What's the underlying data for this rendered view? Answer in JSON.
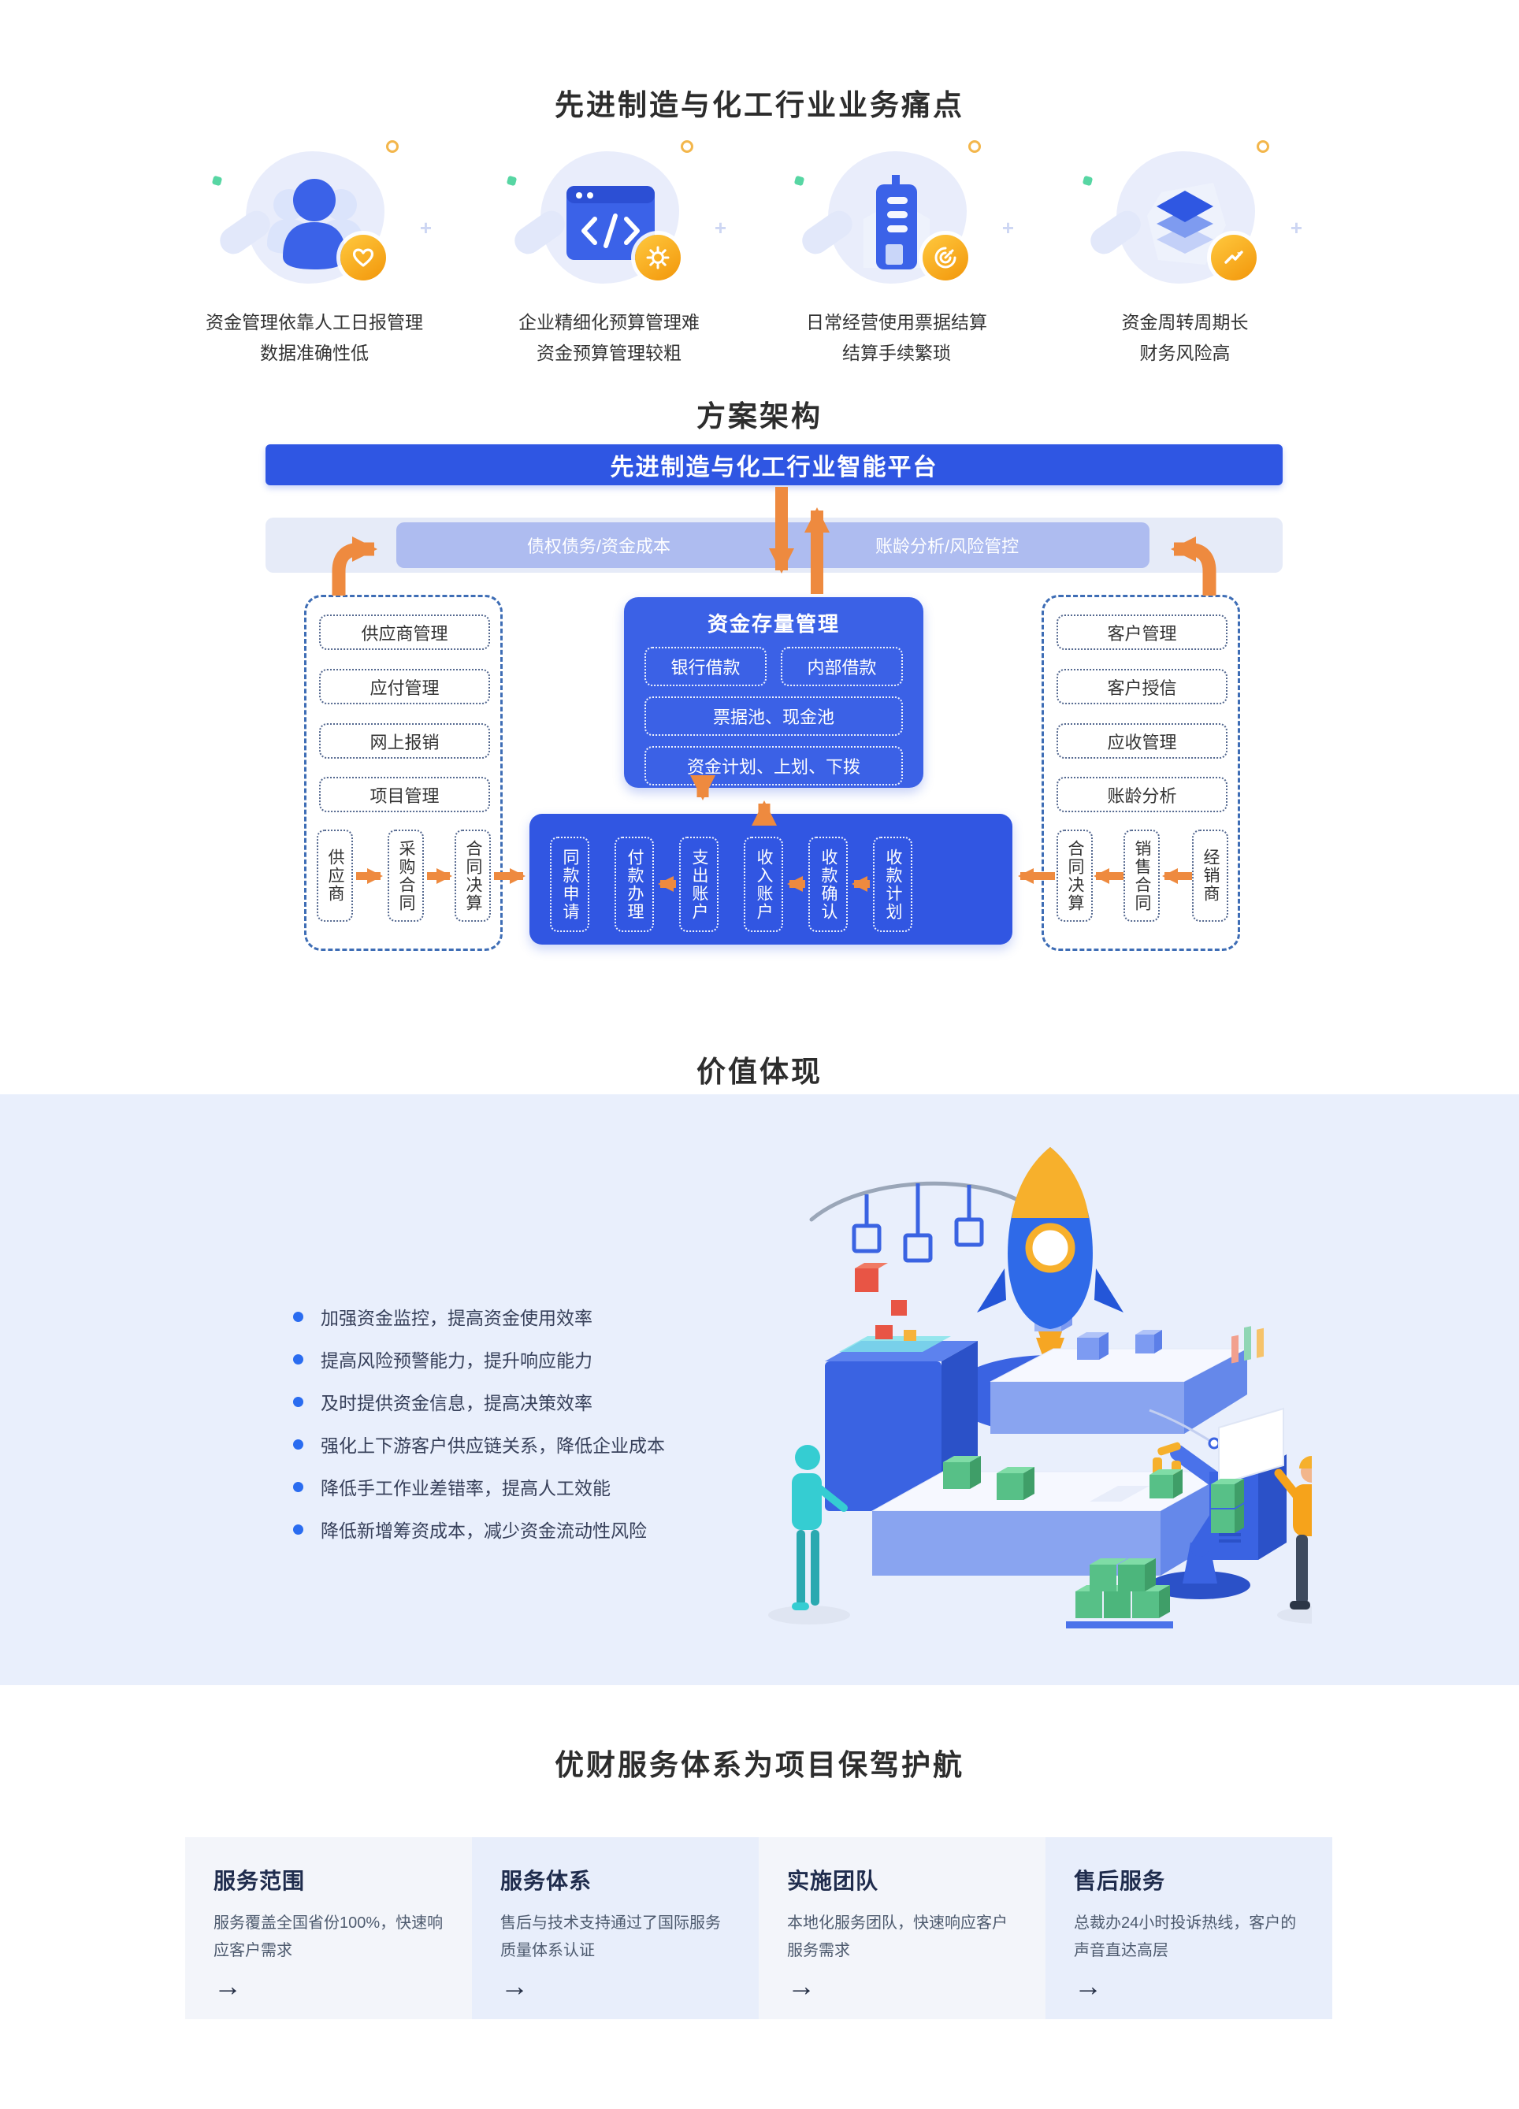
{
  "pain_points": {
    "title": "先进制造与化工行业业务痛点",
    "items": [
      {
        "icon": "users-heart-icon",
        "line1": "资金管理依靠人工日报管理",
        "line2": "数据准确性低"
      },
      {
        "icon": "code-window-gear-icon",
        "line1": "企业精细化预算管理难",
        "line2": "资金预算管理较粗"
      },
      {
        "icon": "invoice-tower-target-icon",
        "line1": "日常经营使用票据结算",
        "line2": "结算手续繁琐"
      },
      {
        "icon": "layers-trend-icon",
        "line1": "资金周转周期长",
        "line2": "财务风险高"
      }
    ]
  },
  "architecture": {
    "title": "方案架构",
    "banner": "先进制造与化工行业智能平台",
    "bus_left": "债权债务/资金成本",
    "bus_right": "账龄分析/风险管控",
    "center": {
      "title": "资金存量管理",
      "row1": [
        "银行借款",
        "内部借款"
      ],
      "row2": "票据池、现金池",
      "row3": "资金计划、上划、下拨"
    },
    "left_panel": [
      "供应商管理",
      "应付管理",
      "网上报销",
      "项目管理"
    ],
    "left_flow": [
      "供应商",
      "采购合同",
      "合同决算"
    ],
    "right_panel": [
      "客户管理",
      "客户授信",
      "应收管理",
      "账龄分析"
    ],
    "right_flow": [
      "合同决算",
      "销售合同",
      "经销商"
    ],
    "bottom_flow": [
      "同款申请",
      "付款办理",
      "支出账户",
      "收入账户",
      "收款确认",
      "收款计划"
    ]
  },
  "value": {
    "title": "价值体现",
    "bullets": [
      "加强资金监控，提高资金使用效率",
      "提高风险预警能力，提升响应能力",
      "及时提供资金信息，提高决策效率",
      "强化上下游客户供应链关系，降低企业成本",
      "降低手工作业差错率，提高人工效能",
      "降低新增筹资成本，减少资金流动性风险"
    ]
  },
  "services": {
    "title": "优财服务体系为项目保驾护航",
    "arrow": "→",
    "cards": [
      {
        "title": "服务范围",
        "desc": "服务覆盖全国省份100%，快速响应客户需求"
      },
      {
        "title": "服务体系",
        "desc": "售后与技术支持通过了国际服务质量体系认证"
      },
      {
        "title": "实施团队",
        "desc": "本地化服务团队，快速响应客户服务需求"
      },
      {
        "title": "售后服务",
        "desc": "总裁办24小时投诉热线，客户的声音直达高层"
      }
    ]
  },
  "colors": {
    "brand_blue": "#2f56e3",
    "box_blue": "#3b61e6",
    "bus_bar": "#aebcf0",
    "bus_band": "#e6ebf8",
    "arrow_orange": "#ee8a3f",
    "badge_orange": "#f2960a",
    "value_band_bg": "#e9effc",
    "card_bg_light": "#f3f5fa",
    "card_bg_blue": "#e8eefb"
  }
}
